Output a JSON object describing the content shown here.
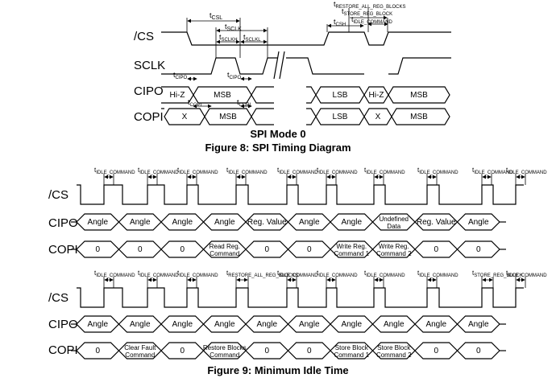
{
  "fig8": {
    "signals": [
      "/CS",
      "SCLK",
      "CIPO",
      "COPI"
    ],
    "timing": {
      "csl": "CSL",
      "sclk": "SCLK",
      "sclkh": "SCLKH",
      "sclkl": "SCLKL",
      "cipo1": "CIPO",
      "cipo2": "CIPO",
      "copi1": "COPI",
      "copi2": "COPI",
      "csh": "CSH",
      "restore": "RESTORE_ALL_REG_BLOCKS",
      "store": "STORE_REG_BLOCK",
      "idle": "IDLE_COMMAND"
    },
    "cipo": [
      "Hi-Z",
      "MSB",
      "LSB",
      "Hi-Z",
      "MSB"
    ],
    "copi": [
      "X",
      "MSB",
      "LSB",
      "X",
      "MSB"
    ],
    "subtitle": "SPI Mode 0",
    "caption": "Figure 8: SPI Timing Diagram"
  },
  "fig9": {
    "idle_label": "IDLE_COMMAND",
    "restore_label": "RESTORE_ALL_REG_BLOCKS",
    "store_label": "STORE_REG_BLOCK",
    "top": {
      "signals": [
        "/CS",
        "CIPO",
        "COPI"
      ],
      "cipo": [
        "Angle",
        "Angle",
        "Angle",
        "Angle",
        "Reg. Value",
        "Angle",
        "Angle",
        "Undefined Data",
        "Reg. Value",
        "Angle"
      ],
      "copi": [
        "0",
        "0",
        "0",
        "Read Reg. Command",
        "0",
        "0",
        "Write Reg. Command 1",
        "Write Reg. Command 2",
        "0",
        "0"
      ]
    },
    "bottom": {
      "signals": [
        "/CS",
        "CIPO",
        "COPI"
      ],
      "cipo": [
        "Angle",
        "Angle",
        "Angle",
        "Angle",
        "Angle",
        "Angle",
        "Angle",
        "Angle",
        "Angle",
        "Angle"
      ],
      "copi": [
        "0",
        "Clear Fault Command",
        "0",
        "Restore Blocks Command",
        "0",
        "0",
        "Store Block Command 1",
        "Store Block Command 2",
        "0",
        "0"
      ]
    },
    "caption": "Figure 9: Minimum Idle Time"
  }
}
